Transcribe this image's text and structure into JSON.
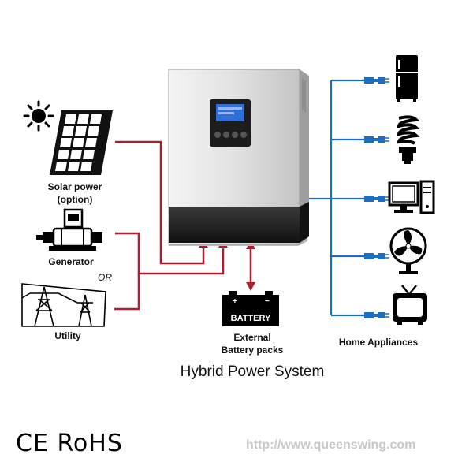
{
  "sources": {
    "solar": {
      "label_line1": "Solar power",
      "label_line2": "(option)"
    },
    "generator": {
      "label": "Generator"
    },
    "or_text": "OR",
    "utility": {
      "label": "Utility"
    }
  },
  "inverter": {
    "name": "inverter-unit"
  },
  "battery": {
    "box_text": "BATTERY",
    "label_line1": "External",
    "label_line2": "Battery packs"
  },
  "appliances": {
    "items": [
      "fridge-icon",
      "cfl-bulb-icon",
      "computer-icon",
      "fan-icon",
      "tv-icon"
    ],
    "label": "Home Appliances"
  },
  "title": "Hybrid Power System",
  "certifications": "CE RoHS",
  "watermark_url": "http://www.queenswing.com",
  "colors": {
    "ac_line": "#b01c2e",
    "load_line": "#1a6fc4",
    "inverter_body": "#d8d8d8",
    "inverter_base": "#1e1e1e",
    "lcd": "#2d6ed8"
  }
}
